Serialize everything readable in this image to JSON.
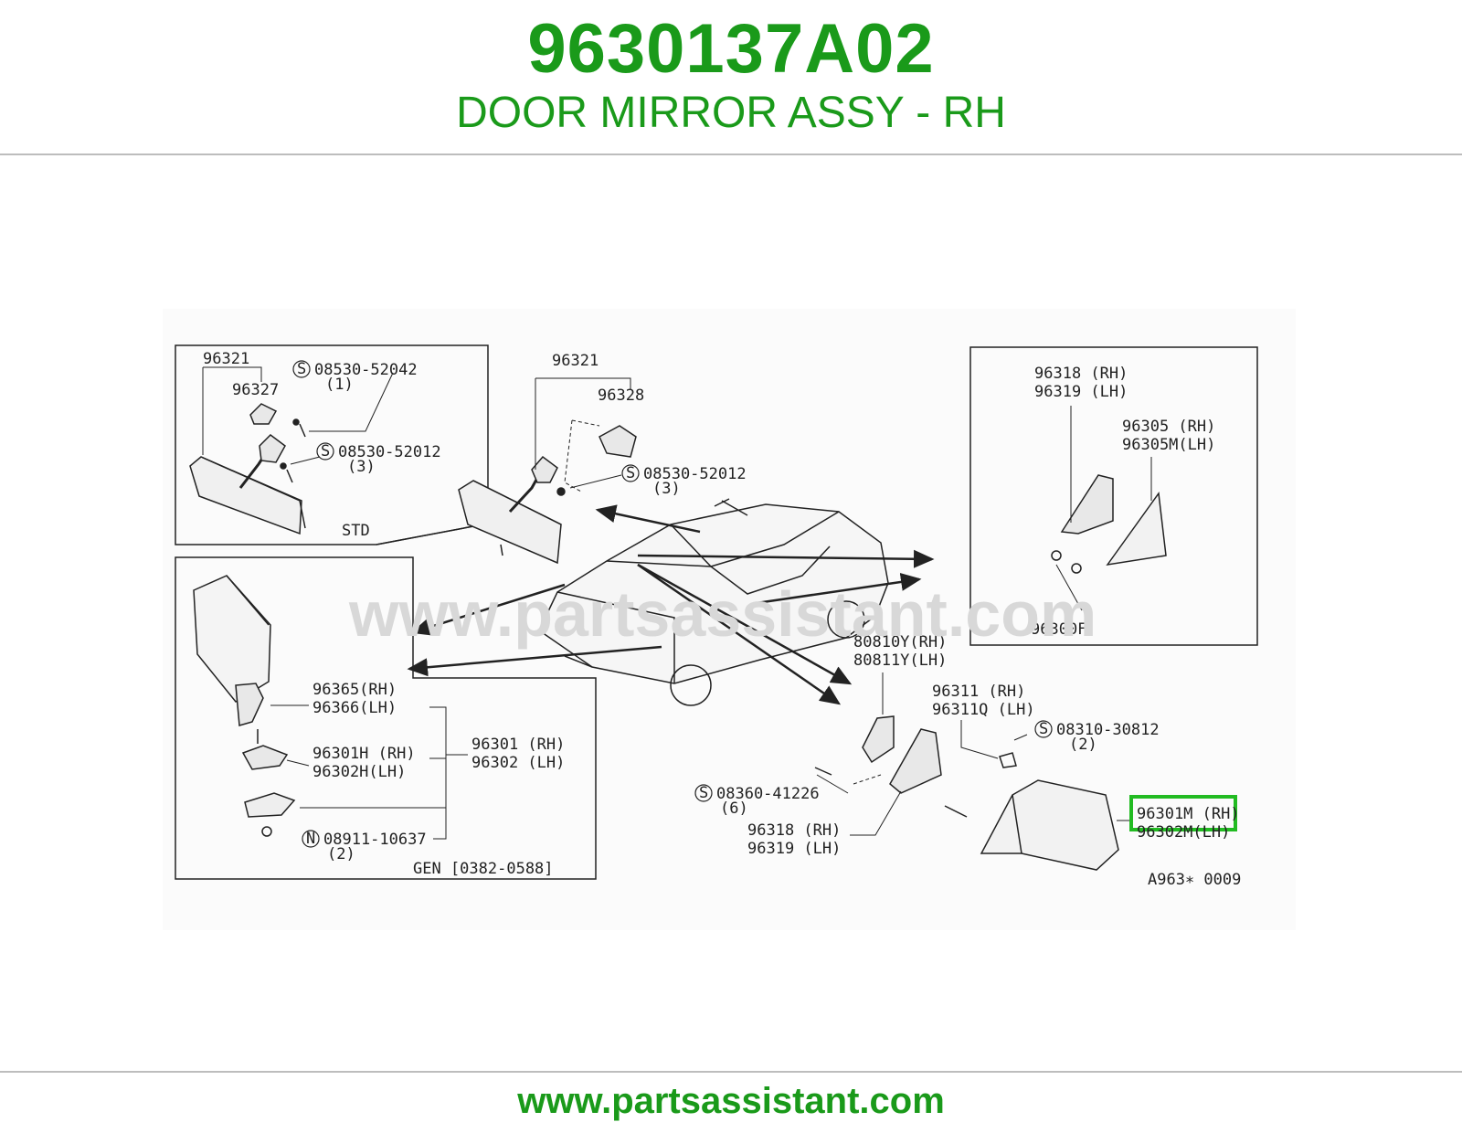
{
  "header": {
    "part_number": "9630137A02",
    "part_name": "DOOR MIRROR ASSY - RH"
  },
  "footer": {
    "url": "www.partsassistant.com"
  },
  "colors": {
    "brand_green": "#1a9a1a",
    "highlight_green": "#22bb22",
    "rule_gray": "#bdbdbd"
  },
  "diagram": {
    "watermark": "www.partsassistant.com",
    "diagram_code": "A963∗ 0009",
    "highlighted_label": "96301M (RH)",
    "box_std": {
      "tag": "STD",
      "labels": [
        "96321",
        "96327",
        "08530-52042",
        "(1)",
        "08530-52012",
        "(3)"
      ]
    },
    "box_gen": {
      "tag": "GEN [0382-0588]",
      "labels": [
        "96365(RH)",
        "96366(LH)",
        "96301H (RH)",
        "96302H(LH)",
        "96301 (RH)",
        "96302 (LH)",
        "08911-10637",
        "(2)"
      ]
    },
    "box_detail": {
      "labels": [
        "96318 (RH)",
        "96319 (LH)",
        "96305  (RH)",
        "96305M(LH)",
        "96300F"
      ]
    },
    "inner_mirror": {
      "labels": [
        "96321",
        "96328",
        "08530-52012",
        "(3)"
      ]
    },
    "door_mirror": {
      "labels": [
        "80810Y(RH)",
        "80811Y(LH)",
        "96311  (RH)",
        "96311Q (LH)",
        "08310-30812",
        "(2)",
        "08360-41226",
        "(6)",
        "96318 (RH)",
        "96319 (LH)",
        "96301M (RH)",
        "96302M(LH)"
      ]
    }
  }
}
